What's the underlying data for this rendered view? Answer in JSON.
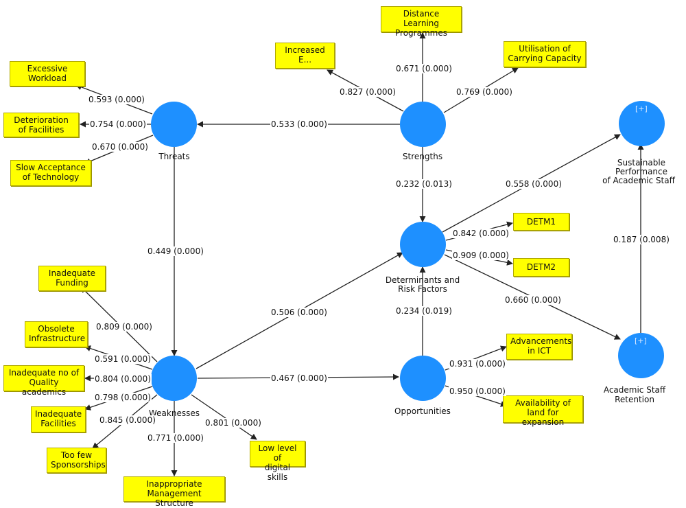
{
  "colors": {
    "construct": "#1e90ff",
    "indicator": "#ffff00",
    "line": "#222222"
  },
  "constructs": {
    "threats": {
      "label": "Threats"
    },
    "strengths": {
      "label": "Strengths"
    },
    "weaknesses": {
      "label": "Weaknesses"
    },
    "opportunities": {
      "label": "Opportunities"
    },
    "determinants": {
      "label_1": "Determinants and",
      "label_2": "Risk Factors"
    },
    "sustainable": {
      "label_1": "Sustainable",
      "label_2": "Performance",
      "label_3": "of Academic Staff",
      "marker": "[+]"
    },
    "retention": {
      "label_1": "Academic Staff",
      "label_2": "Retention",
      "marker": "[+]"
    }
  },
  "indicators": {
    "excessive_workload": {
      "line_1": "Excessive",
      "line_2": "Workload"
    },
    "deterioration": {
      "line_1": "Deterioration",
      "line_2": "of Facilities"
    },
    "slow_acceptance": {
      "line_1": "Slow Acceptance",
      "line_2": "of Technology"
    },
    "increased_e": {
      "line_1": "Increased E..."
    },
    "distance_learning": {
      "line_1": "Distance Learning",
      "line_2": "Programmes"
    },
    "carrying_capacity": {
      "line_1": "Utilisation of",
      "line_2": "Carrying Capacity"
    },
    "detm1": {
      "line_1": "DETM1"
    },
    "detm2": {
      "line_1": "DETM2"
    },
    "inadequate_funding": {
      "line_1": "Inadequate",
      "line_2": "Funding"
    },
    "obsolete_infra": {
      "line_1": "Obsolete",
      "line_2": "Infrastructure"
    },
    "quality_academics": {
      "line_1": "Inadequate no of",
      "line_2": "Quality academics"
    },
    "inadequate_facilities": {
      "line_1": "Inadequate",
      "line_2": "Facilities"
    },
    "sponsorships": {
      "line_1": "Too few",
      "line_2": "Sponsorships"
    },
    "management": {
      "line_1": "Inappropriate",
      "line_2": "Management Structure"
    },
    "digital_skills": {
      "line_1": "Low level of",
      "line_2": "digital skills"
    },
    "advancements_ict": {
      "line_1": "Advancements",
      "line_2": "in ICT"
    },
    "land": {
      "line_1": "Availability of",
      "line_2": "land for expansion"
    }
  },
  "paths": {
    "strengths_threats": "0.533 (0.000)",
    "strengths_determinants": "0.232 (0.013)",
    "threats_weaknesses": "0.449 (0.000)",
    "weaknesses_determinants": "0.506 (0.000)",
    "weaknesses_opportunities": "0.467 (0.000)",
    "opportunities_determinants": "0.234 (0.019)",
    "determinants_sustainable": "0.558 (0.000)",
    "determinants_retention": "0.660 (0.000)",
    "retention_sustainable": "0.187 (0.008)"
  },
  "loadings": {
    "excessive_workload": "0.593 (0.000)",
    "deterioration": "0.754 (0.000)",
    "slow_acceptance": "0.670 (0.000)",
    "increased_e": "0.827 (0.000)",
    "distance_learning": "0.671 (0.000)",
    "carrying_capacity": "0.769 (0.000)",
    "detm1": "0.842 (0.000)",
    "detm2": "0.909 (0.000)",
    "inadequate_funding": "0.809 (0.000)",
    "obsolete_infra": "0.591 (0.000)",
    "quality_academics": "0.804 (0.000)",
    "inadequate_facilities": "0.798 (0.000)",
    "sponsorships": "0.845 (0.000)",
    "management": "0.771 (0.000)",
    "digital_skills": "0.801 (0.000)",
    "advancements_ict": "0.931 (0.000)",
    "land": "0.950 (0.000)"
  }
}
